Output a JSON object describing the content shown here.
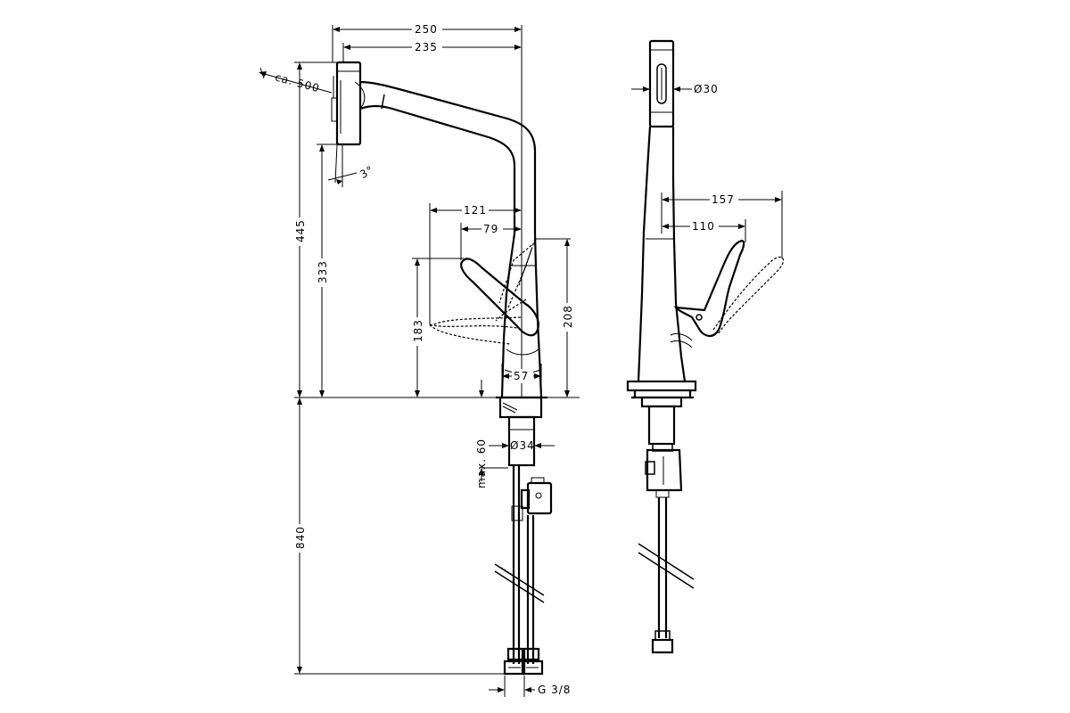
{
  "dimensions": {
    "width_total": "250",
    "width_spout": "235",
    "pullout": "ca. 500",
    "angle": "3°",
    "height_total": "445",
    "height_spout": "333",
    "handle_reach": "121",
    "handle_offset": "79",
    "handle_height": "183",
    "body_height": "208",
    "base_width": "57",
    "hole_diameter": "Ø34",
    "max_thickness": "max. 60",
    "hose_length": "840",
    "thread": "G 3/8",
    "head_diameter": "Ø30",
    "side_reach": "157",
    "side_handle": "110"
  }
}
